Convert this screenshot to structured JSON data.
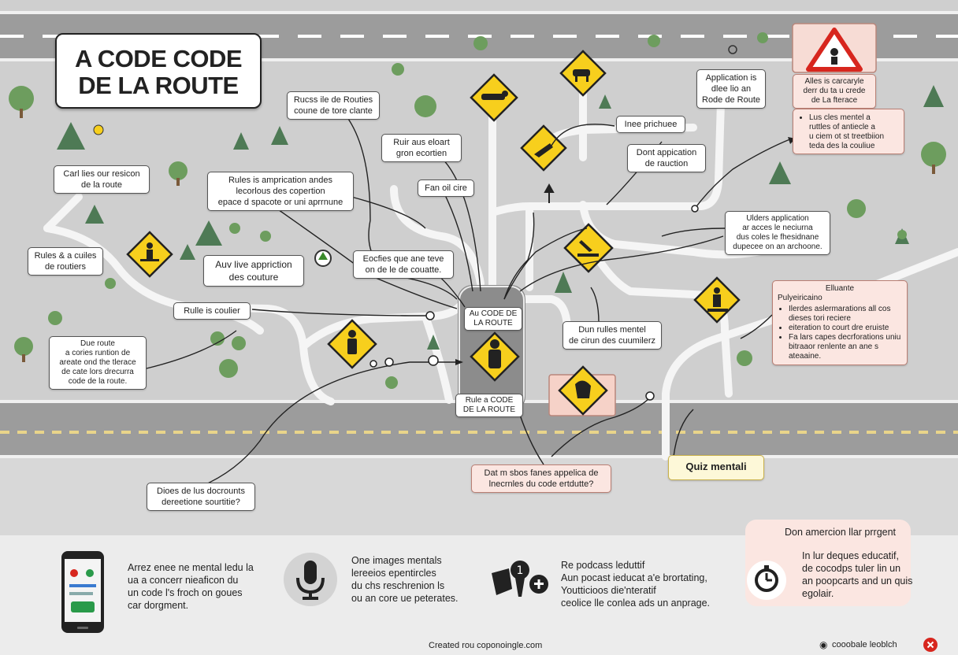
{
  "title": {
    "line1": "A CODE CODE",
    "line2": "DE LA ROUTE"
  },
  "center_sign": {
    "line1": "Au CODE DE",
    "line2": "LA ROUTE"
  },
  "center_sign2": {
    "line1": "Rule a CODE",
    "line2": "DE LA ROUTE"
  },
  "boxes": {
    "rules_routes": [
      "Rucss ile de Routies",
      "coune de tore clante"
    ],
    "ruir_aus": [
      "Ruir aus eloart",
      "gron ecortien"
    ],
    "fan_oil": [
      "Fan oil cire"
    ],
    "rules_appr": [
      "Rules is amprication andes",
      "lecorlous des copertion",
      "epace d spacote or uni aprrnune"
    ],
    "carllies": [
      "Carl lies our resicon",
      "de la route"
    ],
    "rules_routiers": [
      "Rules & a cuiles",
      "de routiers"
    ],
    "auv_live": [
      "Auv live appriction",
      "des couture"
    ],
    "rulle_coulier": [
      "Rulle is coulier"
    ],
    "ecofies": [
      "Eocfies que ane teve",
      "on de le de couatte."
    ],
    "due_route": [
      "Due route",
      "a cories runtion de",
      "areate ond the tlerace",
      "de cate lors drecurra",
      "code de la route."
    ],
    "dioes": [
      "Dioes de lus docrounts",
      "dereetione sourtitie?"
    ],
    "linee": [
      "Inee prichuee"
    ],
    "dont_app": [
      "Dont appication",
      "de rauction"
    ],
    "application_top": [
      "Application is",
      "dlee lio an",
      "Rode de Route"
    ],
    "alles": [
      "Alles is carcaryle",
      "derr du ta u crede",
      "de La fterace"
    ],
    "lus_cles": [
      "Lus cles mentel a",
      "ruttles of antiecle a",
      "u ciem ot st treetbiion",
      "teda des la couliue"
    ],
    "ulders": [
      "Ulders application",
      "ar acces le neciurna",
      "dus coles le fhesidnane",
      "dupecee on an archoone."
    ],
    "dun_rules": [
      "Dun rulles mentel",
      "de cirun des cuumilerz"
    ],
    "elluante": {
      "heading": [
        "Elluante",
        "Pulyeiricaino"
      ],
      "items": [
        "Ilerdes aslermarations all cos dieses tori reciere",
        "eiteration to court dre eruiste",
        "Fa lars capes decrforations uniu bitraaor renlente an ane s ateaaine."
      ]
    },
    "dat_m": [
      "Dat m sbos fanes appelica de",
      "lnecrnles du code ertdutte?"
    ],
    "quiz": [
      "Quiz mentali"
    ]
  },
  "features": [
    {
      "icon": "smartphone-icon",
      "lines": [
        "Arrez enee ne mental ledu la",
        "ua a concerr nieaficon du",
        "un code l's froch on goues",
        "car dorgment."
      ]
    },
    {
      "icon": "microphone-icon",
      "lines": [
        "One images mentals",
        "lereeios epentircles",
        "du chs reschrenion ls",
        "ou an core ue peterates."
      ]
    },
    {
      "icon": "puzzle-icon",
      "lines": [
        "Re podcass leduttif",
        "Aun pocast ieducat a'e brortating,",
        "Youtticioos die'nteratif",
        "ceolice lle conlea ads un anprage."
      ]
    }
  ],
  "podcast_panel": {
    "heading": "Don amercion llar prrgent",
    "lines": [
      "In lur deques educatif,",
      "de cocodps tuler lin un",
      "an poopcarts and un quis",
      "egolair."
    ]
  },
  "footer": {
    "credit": "Created rou coponoingle.com",
    "logo_text": "cooobale leoblch"
  },
  "colors": {
    "road": "#9c9c9c",
    "sign": "#f7cf1d",
    "accent_red": "#d7261e",
    "pink_box": "#fbe6e1",
    "yellow_box": "#fdf8d8"
  }
}
